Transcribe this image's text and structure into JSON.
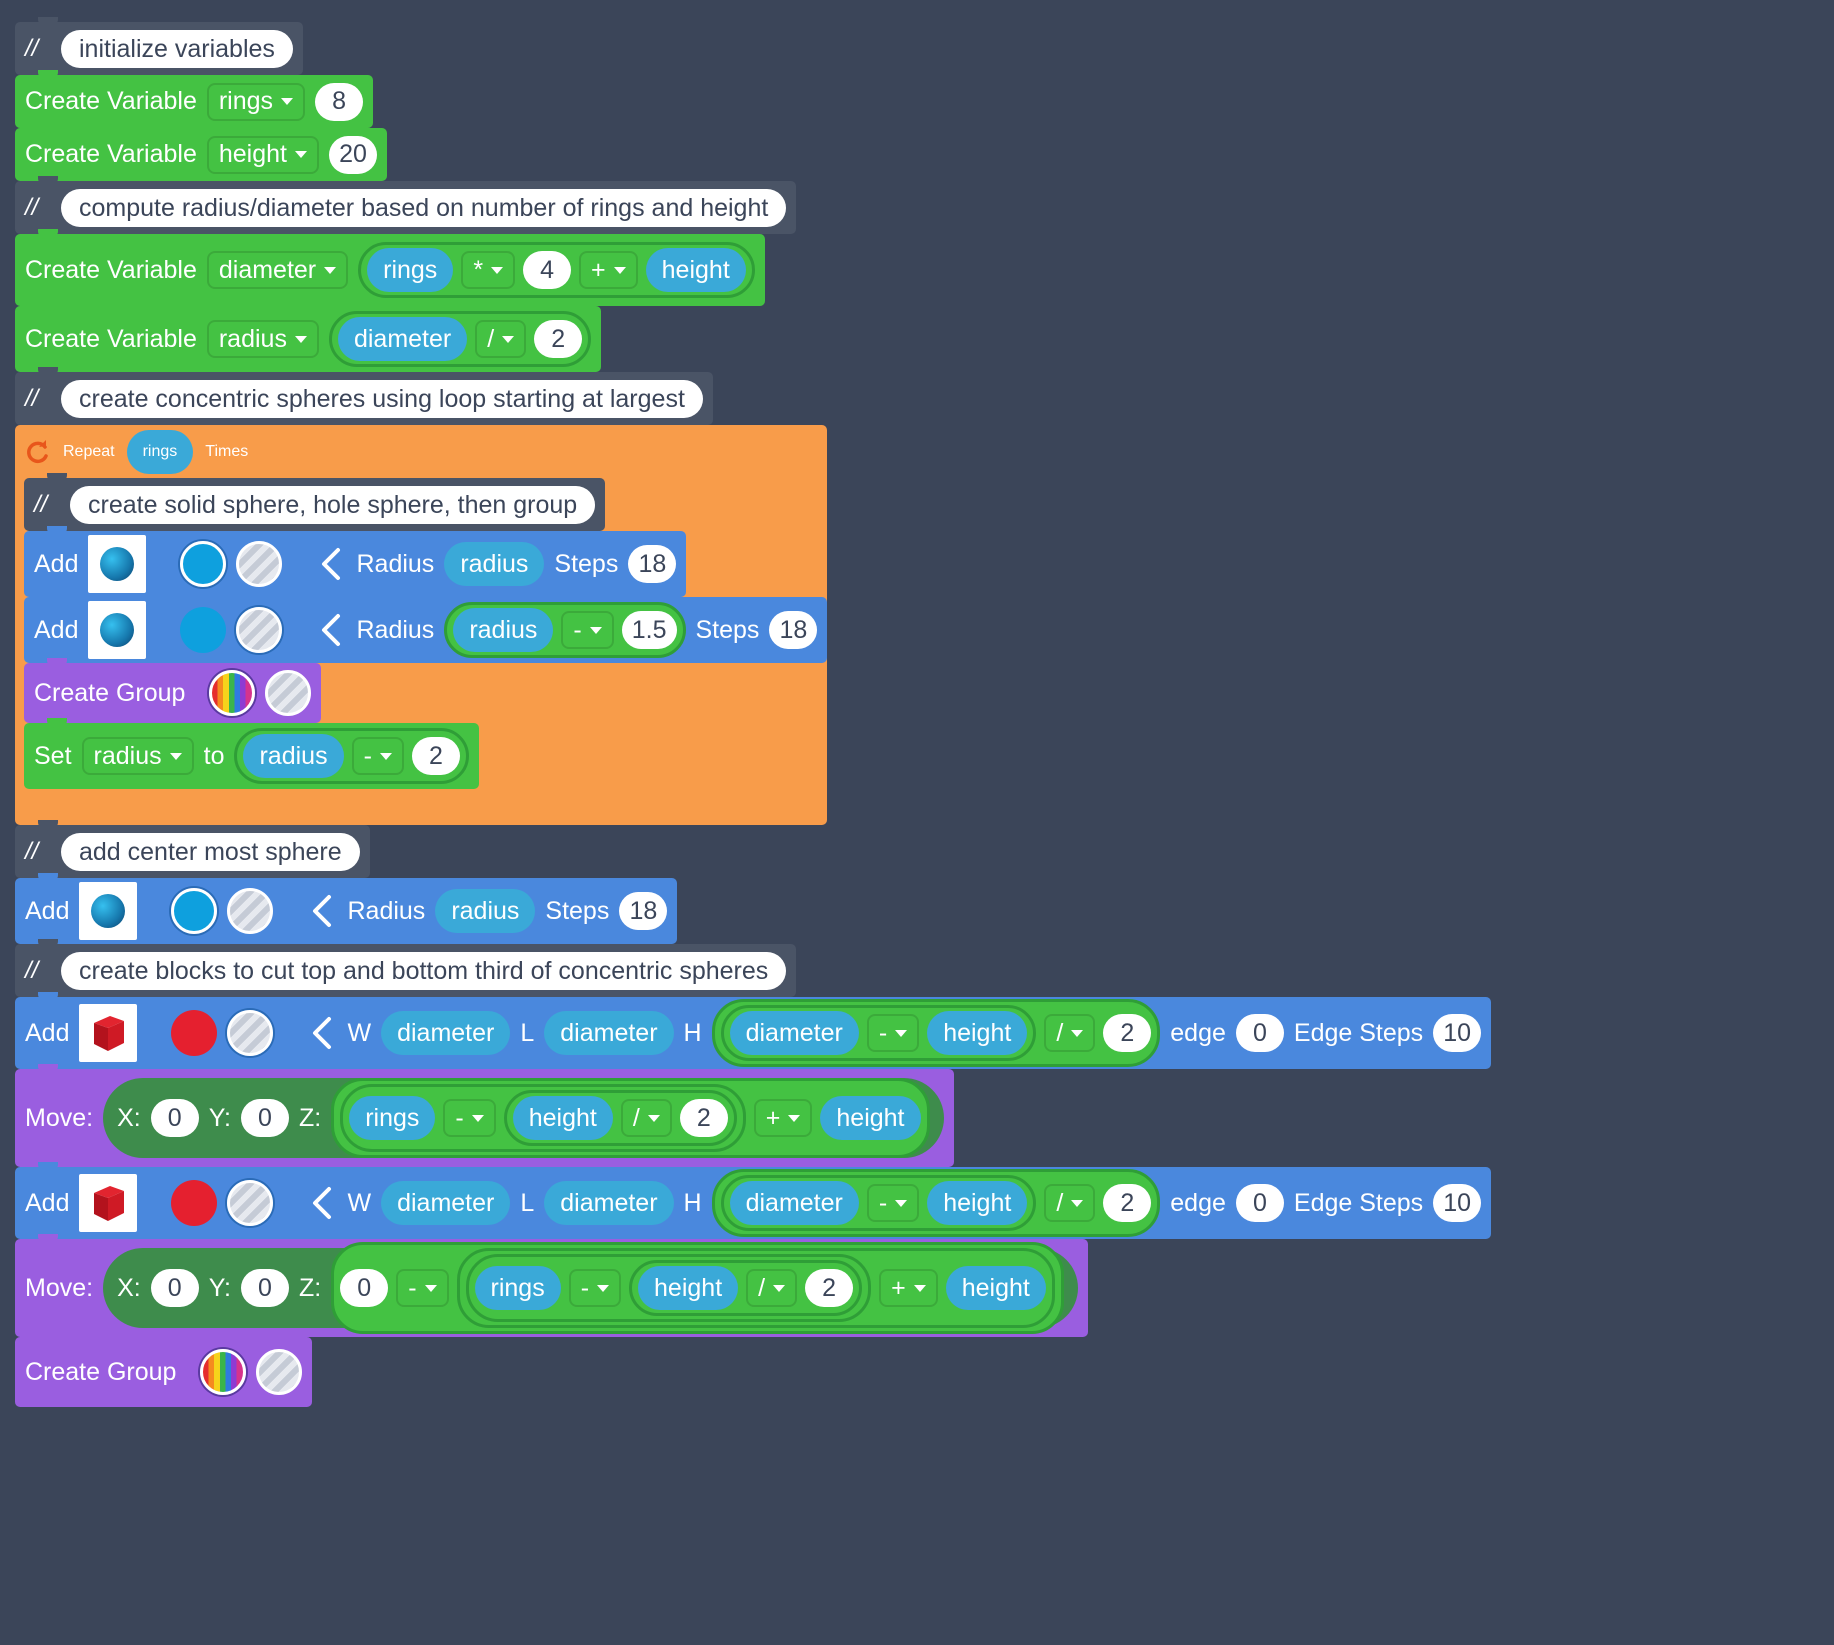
{
  "comments": {
    "c1": "initialize variables",
    "c2": "compute radius/diameter based on number of rings and height",
    "c3": "create concentric spheres using loop starting at largest",
    "c4": "create solid sphere, hole sphere, then group",
    "c5": "add center most sphere",
    "c6": "create blocks to cut top and bottom third of concentric spheres"
  },
  "comment_prefix": "//",
  "labels": {
    "create_variable": "Create Variable",
    "add": "Add",
    "radius": "Radius",
    "steps": "Steps",
    "create_group": "Create Group",
    "set": "Set",
    "to": "to",
    "repeat": "Repeat",
    "times": "Times",
    "move": "Move:",
    "x": "X:",
    "y": "Y:",
    "z": "Z:",
    "w": "W",
    "l": "L",
    "h": "H",
    "edge": "edge",
    "edge_steps": "Edge Steps"
  },
  "vars": {
    "rings": "rings",
    "height": "height",
    "diameter": "diameter",
    "radius": "radius"
  },
  "ops": {
    "mul": "*",
    "plus": "+",
    "div": "/",
    "minus": "-"
  },
  "values": {
    "rings_init": "8",
    "height_init": "20",
    "four": "4",
    "two": "2",
    "eighteen": "18",
    "one_point_five": "1.5",
    "zero": "0",
    "ten": "10"
  },
  "colors": {
    "background": "#3b4559",
    "variable_block": "#44c243",
    "add_block": "#4a88dd",
    "group_block": "#9a5ee0",
    "repeat_block": "#f89c4a",
    "variable_pill": "#3aa9d8"
  }
}
